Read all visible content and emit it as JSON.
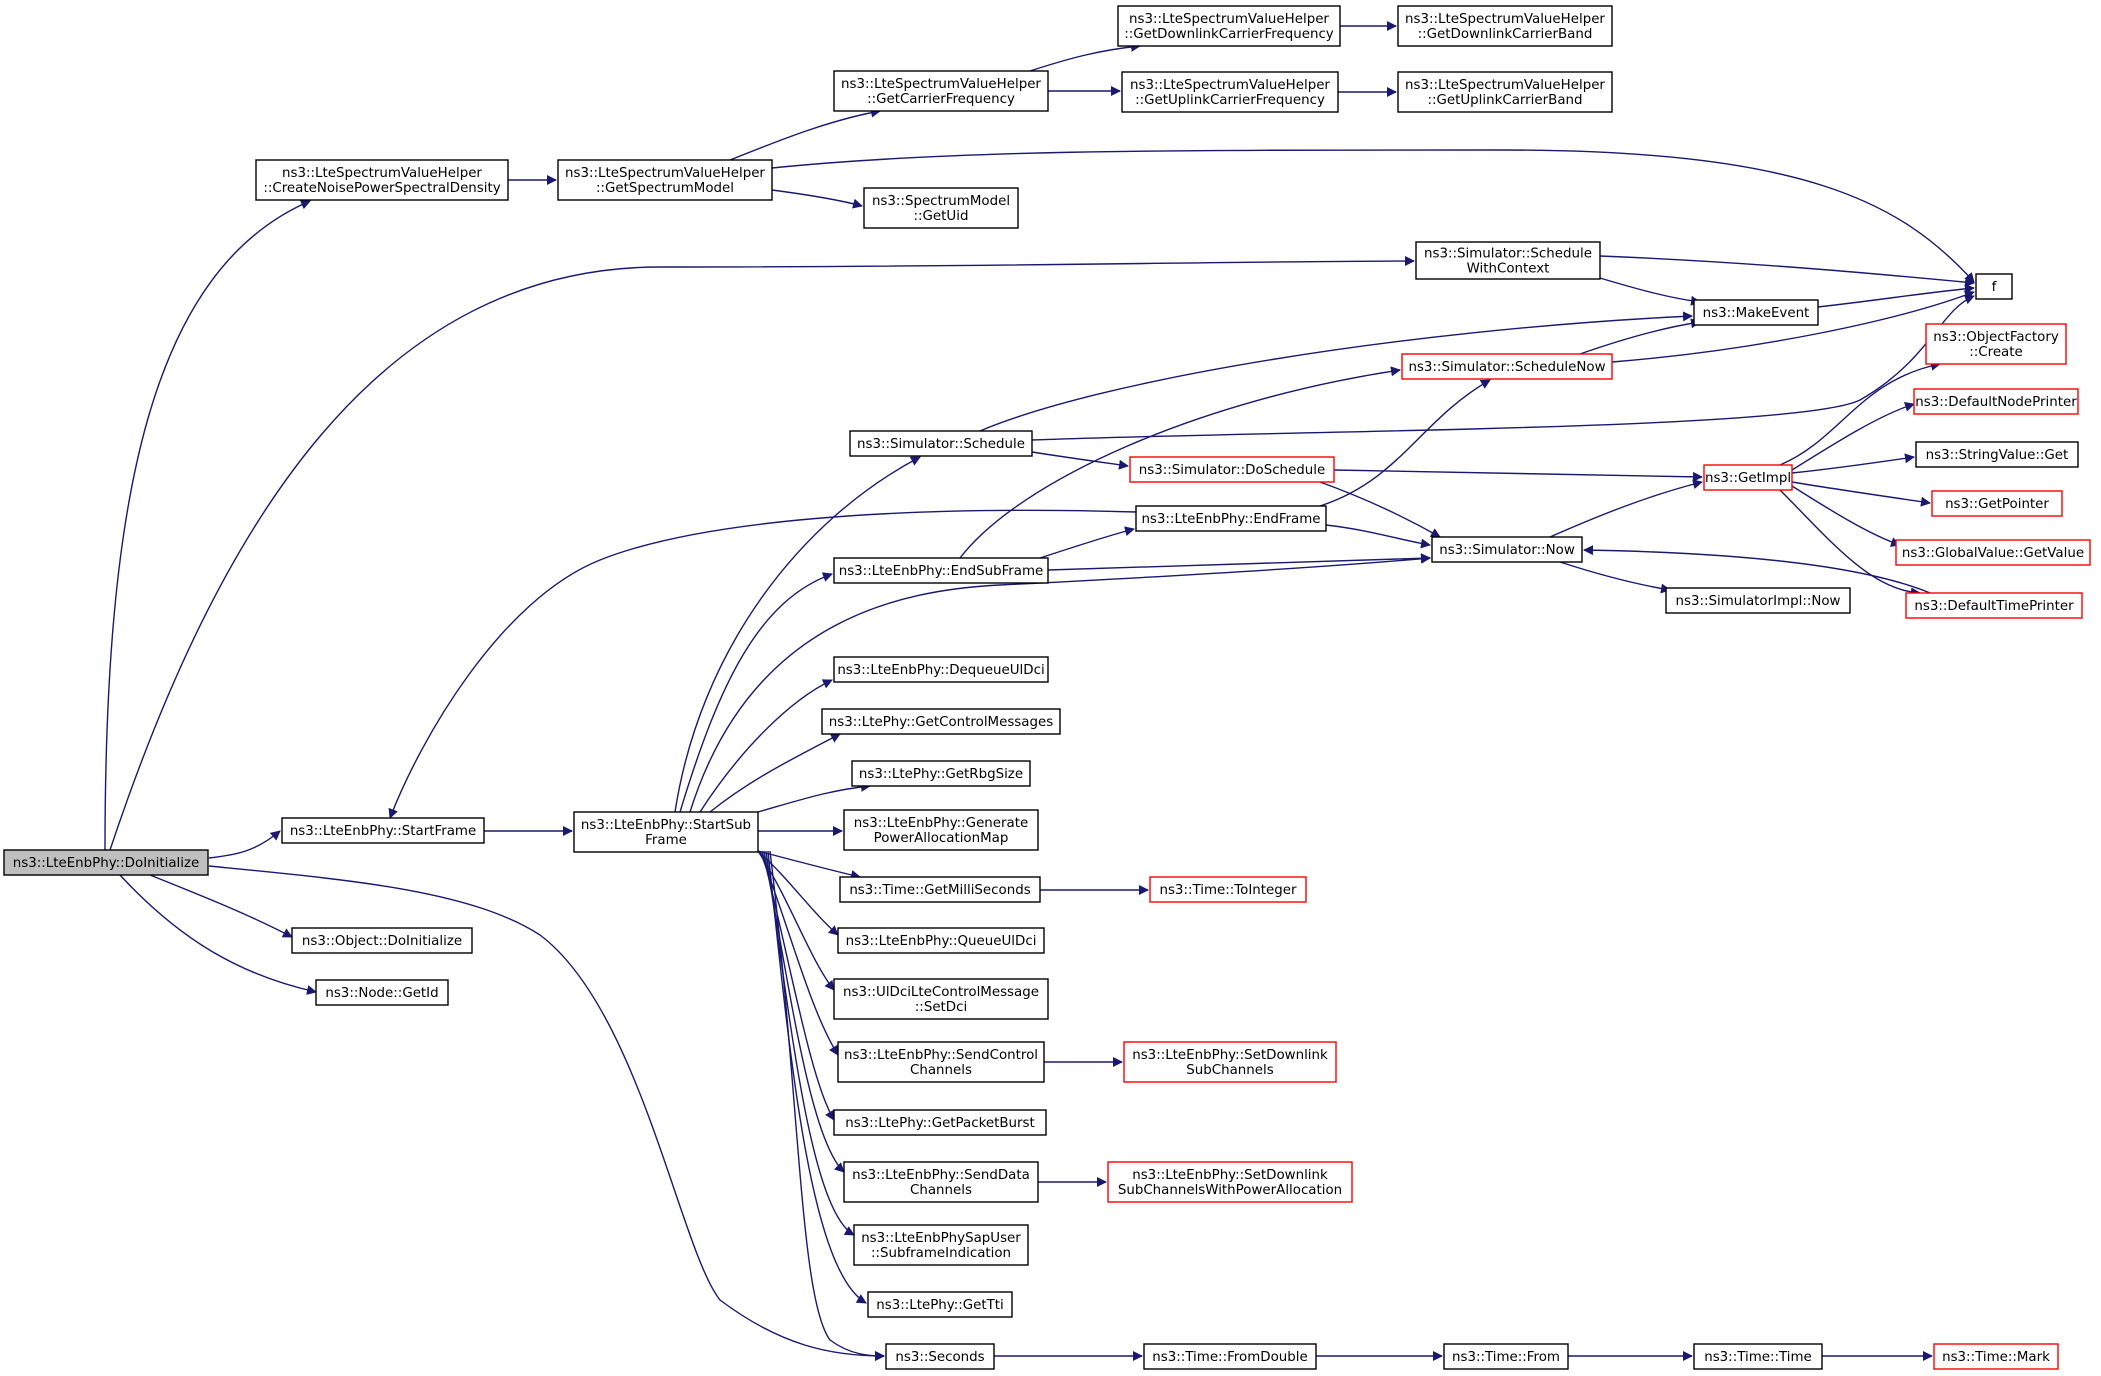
{
  "colors": {
    "edge": "#191970",
    "node_border": "#000000",
    "truncated_border": "#ff0000",
    "root_fill": "#bfbfbf"
  },
  "nodes": [
    {
      "id": "doinit",
      "lines": [
        "ns3::LteEnbPhy::DoInitialize"
      ],
      "style": "root"
    },
    {
      "id": "createnoise",
      "lines": [
        "ns3::LteSpectrumValueHelper",
        "::CreateNoisePowerSpectralDensity"
      ],
      "style": "normal"
    },
    {
      "id": "getspectrum",
      "lines": [
        "ns3::LteSpectrumValueHelper",
        "::GetSpectrumModel"
      ],
      "style": "normal"
    },
    {
      "id": "getcarrier",
      "lines": [
        "ns3::LteSpectrumValueHelper",
        "::GetCarrierFrequency"
      ],
      "style": "normal"
    },
    {
      "id": "getdlfreq",
      "lines": [
        "ns3::LteSpectrumValueHelper",
        "::GetDownlinkCarrierFrequency"
      ],
      "style": "normal"
    },
    {
      "id": "getdlband",
      "lines": [
        "ns3::LteSpectrumValueHelper",
        "::GetDownlinkCarrierBand"
      ],
      "style": "normal"
    },
    {
      "id": "getulfreq",
      "lines": [
        "ns3::LteSpectrumValueHelper",
        "::GetUplinkCarrierFrequency"
      ],
      "style": "normal"
    },
    {
      "id": "getulband",
      "lines": [
        "ns3::LteSpectrumValueHelper",
        "::GetUplinkCarrierBand"
      ],
      "style": "normal"
    },
    {
      "id": "getuid",
      "lines": [
        "ns3::SpectrumModel",
        "::GetUid"
      ],
      "style": "normal"
    },
    {
      "id": "f",
      "lines": [
        "f"
      ],
      "style": "normal"
    },
    {
      "id": "schedwithctx",
      "lines": [
        "ns3::Simulator::Schedule",
        "WithContext"
      ],
      "style": "normal"
    },
    {
      "id": "makeevent",
      "lines": [
        "ns3::MakeEvent"
      ],
      "style": "normal"
    },
    {
      "id": "schednow",
      "lines": [
        "ns3::Simulator::ScheduleNow"
      ],
      "style": "red"
    },
    {
      "id": "objfactory",
      "lines": [
        "ns3::ObjectFactory",
        "::Create"
      ],
      "style": "red"
    },
    {
      "id": "defnodeprinter",
      "lines": [
        "ns3::DefaultNodePrinter"
      ],
      "style": "red"
    },
    {
      "id": "schedule",
      "lines": [
        "ns3::Simulator::Schedule"
      ],
      "style": "normal"
    },
    {
      "id": "doschedule",
      "lines": [
        "ns3::Simulator::DoSchedule"
      ],
      "style": "red"
    },
    {
      "id": "getimpl",
      "lines": [
        "ns3::GetImpl"
      ],
      "style": "red"
    },
    {
      "id": "stringget",
      "lines": [
        "ns3::StringValue::Get"
      ],
      "style": "normal"
    },
    {
      "id": "getpointer",
      "lines": [
        "ns3::GetPointer"
      ],
      "style": "red"
    },
    {
      "id": "endframe",
      "lines": [
        "ns3::LteEnbPhy::EndFrame"
      ],
      "style": "normal"
    },
    {
      "id": "globalget",
      "lines": [
        "ns3::GlobalValue::GetValue"
      ],
      "style": "red"
    },
    {
      "id": "now",
      "lines": [
        "ns3::Simulator::Now"
      ],
      "style": "normal"
    },
    {
      "id": "endsubframe",
      "lines": [
        "ns3::LteEnbPhy::EndSubFrame"
      ],
      "style": "normal"
    },
    {
      "id": "simimplnow",
      "lines": [
        "ns3::SimulatorImpl::Now"
      ],
      "style": "normal"
    },
    {
      "id": "deftimeprinter",
      "lines": [
        "ns3::DefaultTimePrinter"
      ],
      "style": "red"
    },
    {
      "id": "dequeueuldci",
      "lines": [
        "ns3::LteEnbPhy::DequeueUlDci"
      ],
      "style": "normal"
    },
    {
      "id": "getctrlmsgs",
      "lines": [
        "ns3::LtePhy::GetControlMessages"
      ],
      "style": "normal"
    },
    {
      "id": "getrbgsize",
      "lines": [
        "ns3::LtePhy::GetRbgSize"
      ],
      "style": "normal"
    },
    {
      "id": "startframe",
      "lines": [
        "ns3::LteEnbPhy::StartFrame"
      ],
      "style": "normal"
    },
    {
      "id": "startsubframe",
      "lines": [
        "ns3::LteEnbPhy::StartSub",
        "Frame"
      ],
      "style": "normal"
    },
    {
      "id": "genpowalloc",
      "lines": [
        "ns3::LteEnbPhy::Generate",
        "PowerAllocationMap"
      ],
      "style": "normal"
    },
    {
      "id": "getmilli",
      "lines": [
        "ns3::Time::GetMilliSeconds"
      ],
      "style": "normal"
    },
    {
      "id": "tointeger",
      "lines": [
        "ns3::Time::ToInteger"
      ],
      "style": "red"
    },
    {
      "id": "objdoinit",
      "lines": [
        "ns3::Object::DoInitialize"
      ],
      "style": "normal"
    },
    {
      "id": "queueuldci",
      "lines": [
        "ns3::LteEnbPhy::QueueUlDci"
      ],
      "style": "normal"
    },
    {
      "id": "nodegetid",
      "lines": [
        "ns3::Node::GetId"
      ],
      "style": "normal"
    },
    {
      "id": "setdci",
      "lines": [
        "ns3::UlDciLteControlMessage",
        "::SetDci"
      ],
      "style": "normal"
    },
    {
      "id": "sendctrl",
      "lines": [
        "ns3::LteEnbPhy::SendControl",
        "Channels"
      ],
      "style": "normal"
    },
    {
      "id": "setdlsub",
      "lines": [
        "ns3::LteEnbPhy::SetDownlink",
        "SubChannels"
      ],
      "style": "red"
    },
    {
      "id": "getpktburst",
      "lines": [
        "ns3::LtePhy::GetPacketBurst"
      ],
      "style": "normal"
    },
    {
      "id": "senddata",
      "lines": [
        "ns3::LteEnbPhy::SendData",
        "Channels"
      ],
      "style": "normal"
    },
    {
      "id": "setdlsubpow",
      "lines": [
        "ns3::LteEnbPhy::SetDownlink",
        "SubChannelsWithPowerAllocation"
      ],
      "style": "red"
    },
    {
      "id": "subframeind",
      "lines": [
        "ns3::LteEnbPhySapUser",
        "::SubframeIndication"
      ],
      "style": "normal"
    },
    {
      "id": "gettti",
      "lines": [
        "ns3::LtePhy::GetTti"
      ],
      "style": "normal"
    },
    {
      "id": "seconds",
      "lines": [
        "ns3::Seconds"
      ],
      "style": "normal"
    },
    {
      "id": "fromdouble",
      "lines": [
        "ns3::Time::FromDouble"
      ],
      "style": "normal"
    },
    {
      "id": "from",
      "lines": [
        "ns3::Time::From"
      ],
      "style": "normal"
    },
    {
      "id": "time",
      "lines": [
        "ns3::Time::Time"
      ],
      "style": "normal"
    },
    {
      "id": "mark",
      "lines": [
        "ns3::Time::Mark"
      ],
      "style": "red"
    }
  ]
}
